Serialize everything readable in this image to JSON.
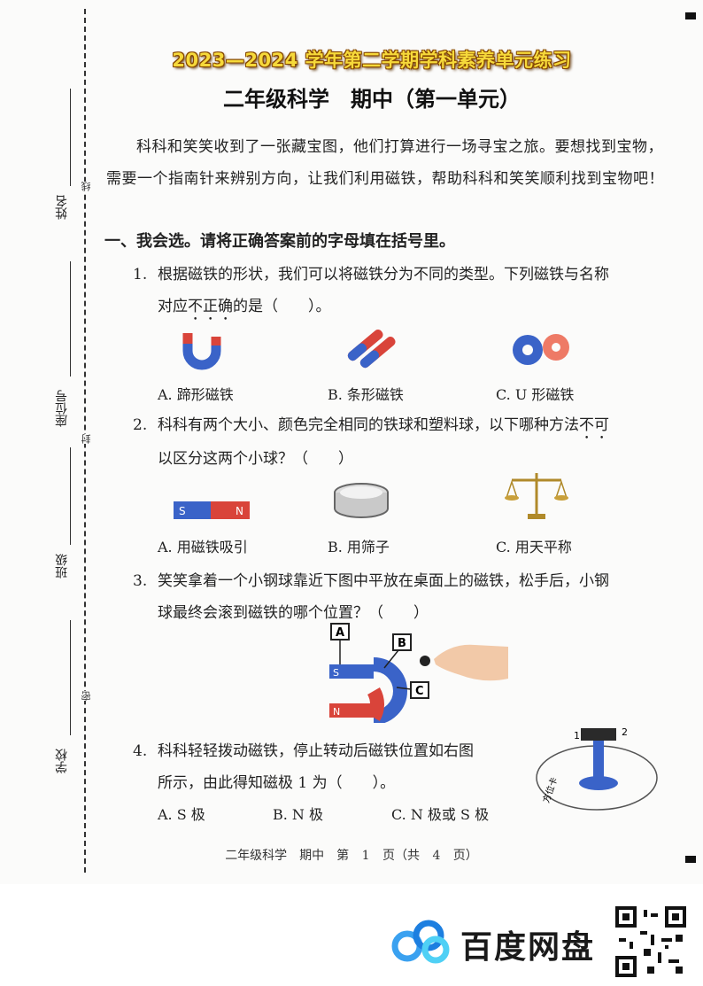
{
  "header": {
    "banner": "2023—2024 学年第二学期学科素养单元练习",
    "title": "二年级科学　期中（第一单元）"
  },
  "sidebar": {
    "labels": [
      "姓名",
      "座位号",
      "班级",
      "学校"
    ],
    "marks": [
      "线",
      "封",
      "密"
    ]
  },
  "intro": "科科和笑笑收到了一张藏宝图，他们打算进行一场寻宝之旅。要想找到宝物，需要一个指南针来辨别方向，让我们利用磁铁，帮助科科和笑笑顺利找到宝物吧！",
  "section1": {
    "title": "一、我会选。请将正确答案前的字母填在括号里。"
  },
  "questions": [
    {
      "num": "1.",
      "line1": "根据磁铁的形状，我们可以将磁铁分为不同的类型。下列磁铁与名称",
      "line2a": "对应",
      "line2b": "不正确",
      "line2c": "的是（　　）。",
      "options": [
        "A. 蹄形磁铁",
        "B. 条形磁铁",
        "C. U 形磁铁"
      ]
    },
    {
      "num": "2.",
      "line1a": "科科有两个大小、颜色完全相同的铁球和塑料球，以下哪种方法",
      "line1b": "不可",
      "line2": "以区分这两个小球？（　　）",
      "options": [
        "A. 用磁铁吸引",
        "B. 用筛子",
        "C. 用天平称"
      ]
    },
    {
      "num": "3.",
      "line1": "笑笑拿着一个小钢球靠近下图中平放在桌面上的磁铁，松手后，小钢",
      "line2": "球最终会滚到磁铁的哪个位置？（　　）",
      "figure_labels": [
        "A",
        "B",
        "C"
      ],
      "magnet_poles": [
        "S",
        "N"
      ]
    },
    {
      "num": "4.",
      "line1": "科科轻轻拨动磁铁，停止转动后磁铁位置如右图",
      "line2": "所示，由此得知磁极 1 为（　　）。",
      "options": [
        "A. S 极",
        "B. N 极",
        "C. N 极或 S 极"
      ],
      "figure_labels": [
        "1",
        "2"
      ],
      "figure_side_text": "方位卡"
    }
  ],
  "bar_magnet_poles": [
    "S",
    "N"
  ],
  "footer": "二年级科学　期中　第 1 页（共 4 页）",
  "watermark": {
    "brand": "百度网盘"
  },
  "colors": {
    "magnet_red": "#d9443a",
    "magnet_blue": "#3a63c8",
    "banner_gold": "#f6d93a"
  }
}
